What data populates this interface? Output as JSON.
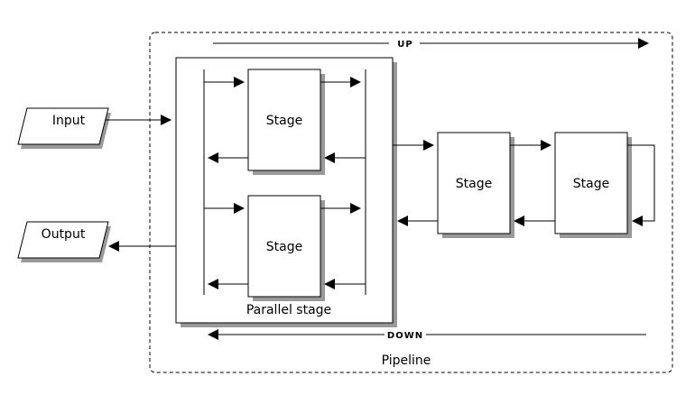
{
  "labels": {
    "input": "Input",
    "output": "Output",
    "stage": "Stage",
    "parallel_stage": "Parallel stage",
    "pipeline": "Pipeline",
    "up": "UP",
    "down": "DOWN"
  },
  "colors": {
    "stroke": "#000000",
    "shadow": "#999999",
    "fill": "#ffffff",
    "background": "#ffffff"
  }
}
